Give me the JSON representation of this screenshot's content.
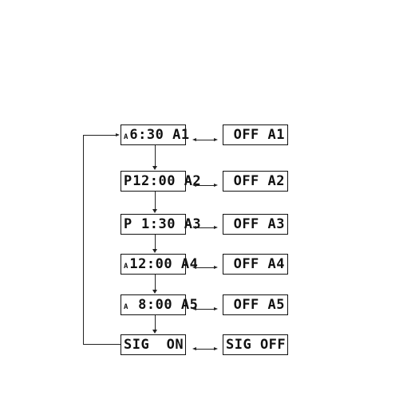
{
  "diagram": {
    "rows": [
      {
        "ampm": "A",
        "time": "6:30",
        "alarm": "A1",
        "off_text": "OFF A1"
      },
      {
        "ampm": "P",
        "time": "12:00",
        "alarm": "A2",
        "off_text": "OFF A2"
      },
      {
        "ampm": "P",
        "time": " 1:30",
        "alarm": "A3",
        "off_text": "OFF A3"
      },
      {
        "ampm": "A",
        "time": "12:00",
        "alarm": "A4",
        "off_text": "OFF A4"
      },
      {
        "ampm": "A",
        "time": " 8:00",
        "alarm": "A5",
        "off_text": "OFF A5"
      }
    ],
    "signal": {
      "on_text": "SIG  ON",
      "off_text": "SIG OFF"
    }
  }
}
